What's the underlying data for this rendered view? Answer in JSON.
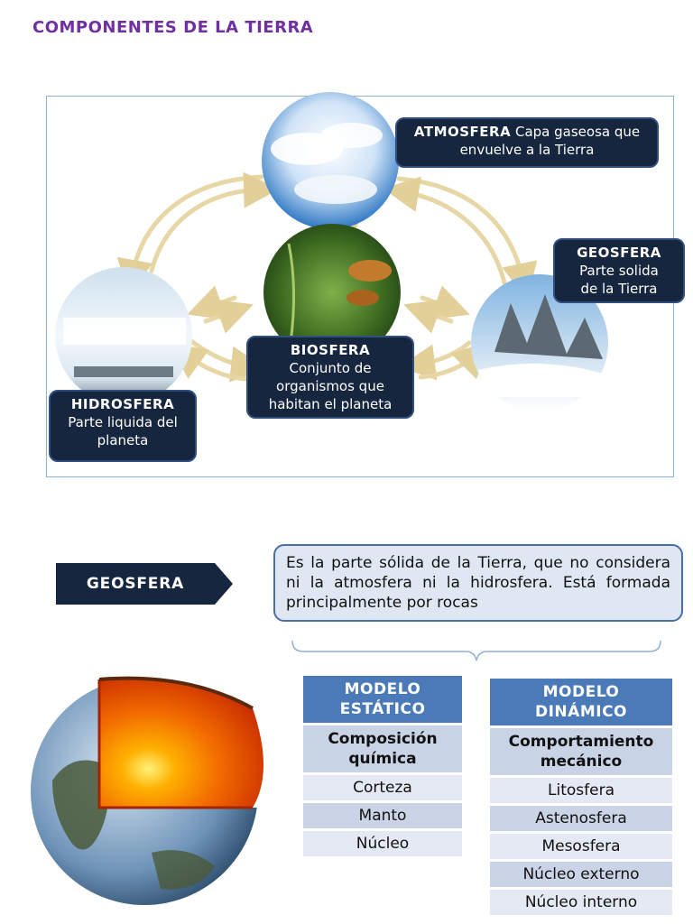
{
  "title": "COMPONENTES DE LA TIERRA",
  "diagram": {
    "atmosfera": {
      "name": "ATMOSFERA",
      "desc": "Capa gaseosa que envuelve a la Tierra"
    },
    "geosfera": {
      "name": "GEOSFERA",
      "desc_lines": [
        "Parte solida",
        "de la Tierra"
      ]
    },
    "biosfera": {
      "name": "BIOSFERA",
      "desc_lines": [
        "Conjunto de",
        "organismos que",
        "habitan el planeta"
      ]
    },
    "hidrosfera": {
      "name": "HIDROSFERA",
      "desc_lines": [
        "Parte liquida del",
        "planeta"
      ]
    }
  },
  "geosfera_section": {
    "label": "GEOSFERA",
    "definition": "Es la parte sólida de la Tierra, que no considera ni la atmosfera ni la hidrosfera. Está formada principalmente por rocas"
  },
  "static_model": {
    "header_lines": [
      "MODELO",
      "ESTÁTICO"
    ],
    "sub_lines": [
      "Composición",
      "química"
    ],
    "rows": [
      "Corteza",
      "Manto",
      "Núcleo"
    ]
  },
  "dynamic_model": {
    "header_lines": [
      "MODELO",
      "DINÁMICO"
    ],
    "sub_lines": [
      "Comportamiento",
      "mecánico"
    ],
    "rows": [
      "Litosfera",
      "Astenosfera",
      "Mesosfera",
      "Núcleo externo",
      "Núcleo interno"
    ]
  },
  "colors": {
    "title": "#7030a0",
    "label_box": "#17263f",
    "arrow": "#e8d7a6",
    "table_header": "#4a7ab8"
  }
}
